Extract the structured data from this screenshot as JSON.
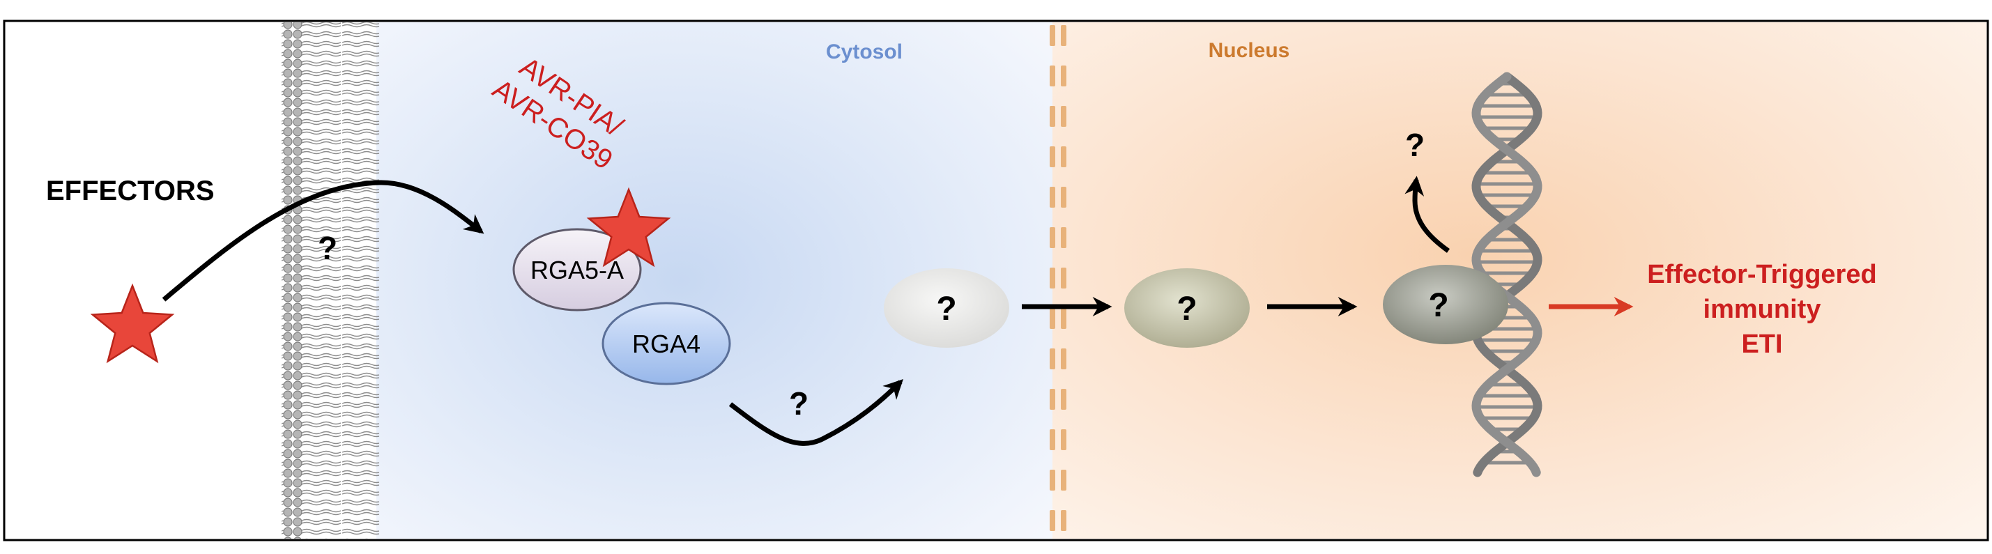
{
  "labels": {
    "effectors": "EFFECTORS",
    "cytosol": "Cytosol",
    "nucleus": "Nucleus",
    "avr_line1": "AVR-PIA/",
    "avr_line2": "AVR-CO39",
    "rga5": "RGA5-A",
    "rga4": "RGA4",
    "eti_line1": "Effector-Triggered",
    "eti_line2": "immunity",
    "eti_line3": "ETI"
  },
  "unknowns": {
    "membrane": "?",
    "below_rga": "?",
    "cyto_protein": "?",
    "nuc_protein1": "?",
    "nuc_protein2": "?",
    "above_dna": "?"
  },
  "colors": {
    "cytosol_text": "#6b8fcf",
    "nucleus_text": "#cc7a2e",
    "effector_red": "#cc1f1f",
    "star_fill": "#e8463a",
    "envelope": "#e8b27a",
    "membrane_gray": "#8a8a8a",
    "dna_gray": "#7a7a7a"
  }
}
